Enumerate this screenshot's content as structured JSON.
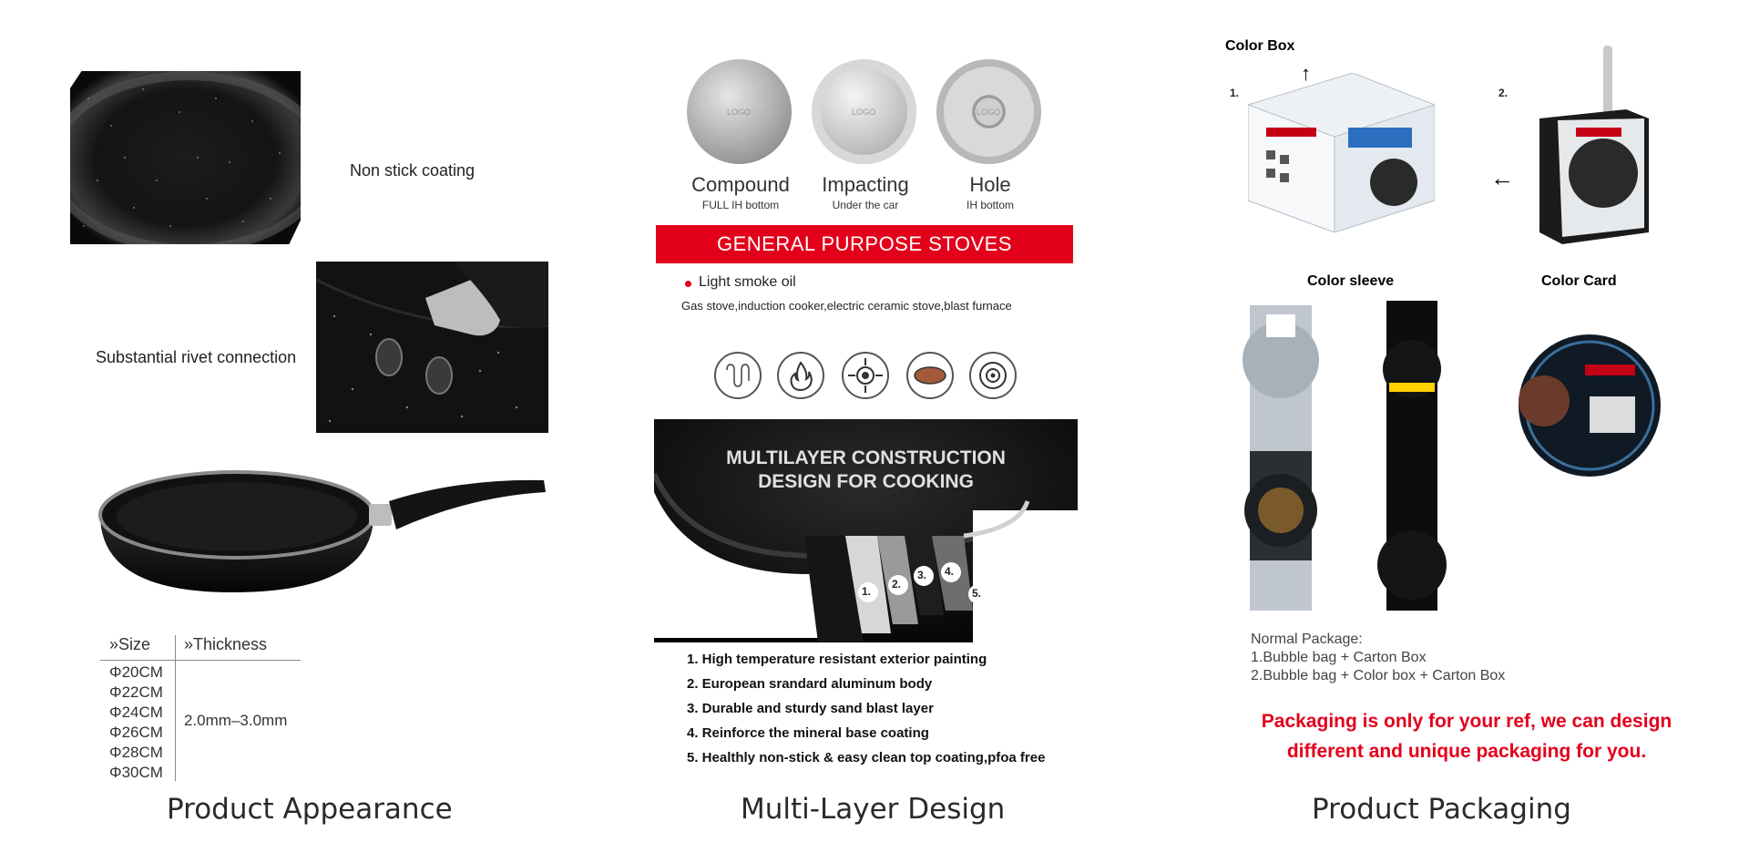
{
  "columns": {
    "appearance": "Product Appearance",
    "multilayer": "Multi-Layer Design",
    "packaging": "Product Packaging"
  },
  "appearance": {
    "coating_label": "Non stick coating",
    "rivet_label": "Substantial rivet connection",
    "size_table": {
      "size_header": "»Size",
      "thickness_header": "»Thickness",
      "sizes": [
        "Φ20CM",
        "Φ22CM",
        "Φ24CM",
        "Φ26CM",
        "Φ28CM",
        "Φ30CM"
      ],
      "thickness": "2.0mm–3.0mm"
    }
  },
  "multilayer": {
    "bottoms": [
      {
        "name": "Compound",
        "sub": "FULL IH bottom",
        "logo": "LOGO"
      },
      {
        "name": "Impacting",
        "sub": "Under the car",
        "logo": "LOGO"
      },
      {
        "name": "Hole",
        "sub": "IH bottom",
        "logo": "LOGO"
      }
    ],
    "banner": "GENERAL PURPOSE STOVES",
    "oil_bullet": "Light smoke oil",
    "stoves_line": "Gas stove,induction cooker,electric ceramic stove,blast furnace",
    "stove_icons": [
      "coil-stove-icon",
      "flame-icon",
      "gas-burner-icon",
      "ceramic-plate-icon",
      "induction-icon"
    ],
    "panel_title_line1": "MULTILAYER CONSTRUCTION",
    "panel_title_line2": "DESIGN FOR COOKING",
    "layer_numbers": [
      "1.",
      "2.",
      "3.",
      "4.",
      "5."
    ],
    "layers": [
      "1. High temperature resistant exterior painting",
      "2. European srandard aluminum body",
      "3. Durable and sturdy sand blast layer",
      "4. Reinforce the mineral base coating",
      "5. Healthly non-stick & easy clean top coating,pfoa free"
    ]
  },
  "packaging": {
    "color_box": "Color Box",
    "color_sleeve": "Color sleeve",
    "color_card": "Color Card",
    "num1": "1.",
    "num2": "2.",
    "normal_title": "Normal Package:",
    "normal_1": "1.Bubble bag + Carton Box",
    "normal_2": "2.Bubble bag + Color box + Carton Box",
    "note_line1": "Packaging is only for your ref, we can design",
    "note_line2": "different and unique packaging for you."
  },
  "colors": {
    "accent_red": "#e3001b",
    "pan_black": "#111111"
  }
}
